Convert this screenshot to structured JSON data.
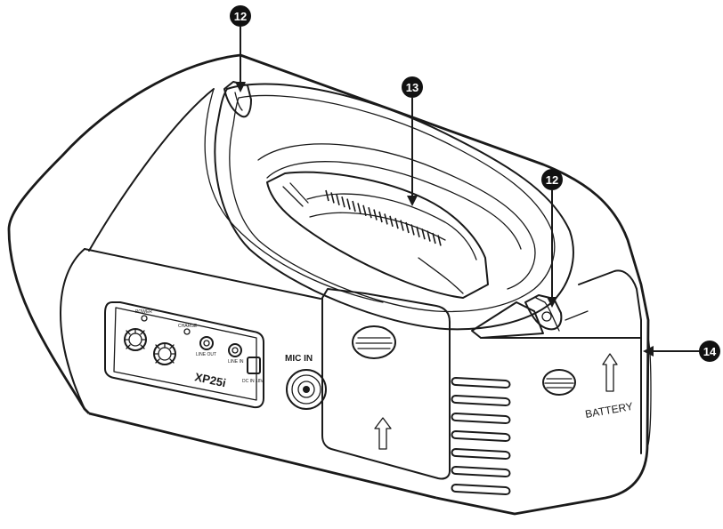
{
  "callouts": [
    {
      "id": "c12a",
      "label": "12"
    },
    {
      "id": "c13",
      "label": "13"
    },
    {
      "id": "c12b",
      "label": "12"
    },
    {
      "id": "c14",
      "label": "14"
    }
  ],
  "panel": {
    "power": "POWER",
    "charge": "CHARGE",
    "line_out": "LINE OUT",
    "line_in": "LINE IN",
    "dc_in": "DC IN 18V",
    "model": "XP25i"
  },
  "mic_in": "MIC IN",
  "battery": "BATTERY",
  "colors": {
    "line": "#1a1a1a",
    "badge": "#111111",
    "background": "#ffffff"
  }
}
